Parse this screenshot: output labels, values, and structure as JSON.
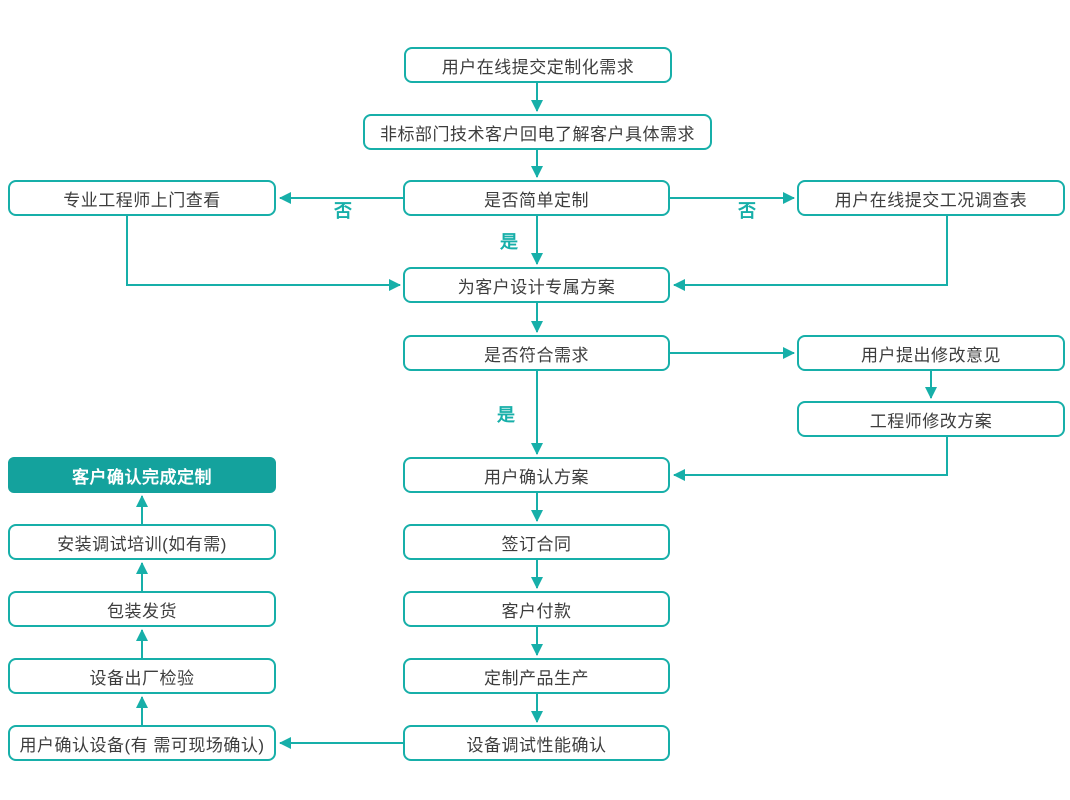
{
  "diagram": {
    "title_hint": "customization-process-flowchart",
    "colors": {
      "accent": "#17afa9",
      "node_fill": "#14a29d",
      "text": "#3d3d3d",
      "background": "#ffffff"
    },
    "nodes": {
      "submit_requirements": {
        "label": "用户在线提交定制化需求"
      },
      "callback": {
        "label": "非标部门技术客户回电了解客户具体需求"
      },
      "engineer_visit": {
        "label": "专业工程师上门查看"
      },
      "simple_custom_decision": {
        "label": "是否简单定制"
      },
      "survey_form": {
        "label": "用户在线提交工况调查表"
      },
      "design_plan": {
        "label": "为客户设计专属方案"
      },
      "meets_requirements_decision": {
        "label": "是否符合需求"
      },
      "user_feedback": {
        "label": "用户提出修改意见"
      },
      "engineer_revise": {
        "label": "工程师修改方案"
      },
      "confirm_plan": {
        "label": "用户确认方案"
      },
      "complete_custom": {
        "label": "客户确认完成定制"
      },
      "install_training": {
        "label": "安装调试培训(如有需)"
      },
      "sign_contract": {
        "label": "签订合同"
      },
      "packing_shipping": {
        "label": "包装发货"
      },
      "payment": {
        "label": "客户付款"
      },
      "factory_inspection": {
        "label": "设备出厂检验"
      },
      "production": {
        "label": "定制产品生产"
      },
      "confirm_equipment": {
        "label": "用户确认设备(有 需可现场确认)"
      },
      "debug_confirm": {
        "label": "设备调试性能确认"
      }
    },
    "edge_labels": {
      "no_left": "否",
      "no_right": "否",
      "yes_top": "是",
      "yes_middle": "是"
    }
  }
}
